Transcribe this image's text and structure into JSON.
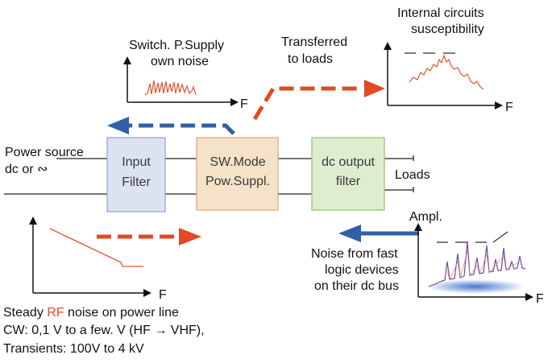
{
  "labels": {
    "smps_noise_line1": "Switch. P.Supply",
    "smps_noise_line2": "own noise",
    "transferred_line1": "Transferred",
    "transferred_line2": "to loads",
    "internal_line1": "Internal circuits",
    "internal_line2": "susceptibility",
    "power_source_line1": "Power source",
    "power_source_line2": "dc or ∾",
    "loads": "Loads",
    "ampl": "Ampl.",
    "noise_fast_line1": "Noise from fast",
    "noise_fast_line2": "logic devices",
    "noise_fast_line3": "on their dc bus",
    "steady_prefix": "Steady ",
    "steady_rf": "RF",
    "steady_suffix": " noise on power line",
    "cw_line": "CW: 0,1 V to a few. V (HF → VHF),",
    "transients_line": "Transients: 100V to 4 kV",
    "f_axis_1": "F",
    "f_axis_2": "F",
    "f_axis_3": "F",
    "f_axis_4": "F"
  },
  "blocks": {
    "input_filter_line1": "Input",
    "input_filter_line2": "Filter",
    "smps_line1": "SW.Mode",
    "smps_line2": "Pow.Suppl.",
    "dc_filter_line1": "dc output",
    "dc_filter_line2": "filter"
  },
  "colors": {
    "input_filter_fill": "#dbe3f1",
    "input_filter_stroke": "#8fa2c8",
    "smps_fill": "#f6e2c9",
    "smps_stroke": "#d8a872",
    "dc_filter_fill": "#dfedcf",
    "dc_filter_stroke": "#93bd6e",
    "red_arrow": "#e04a25",
    "blue_arrow": "#2f5fa8",
    "spectrum_red": "#e0562e",
    "spectrum_purple": "#6a4f9a",
    "rf_text": "#e04a25"
  }
}
